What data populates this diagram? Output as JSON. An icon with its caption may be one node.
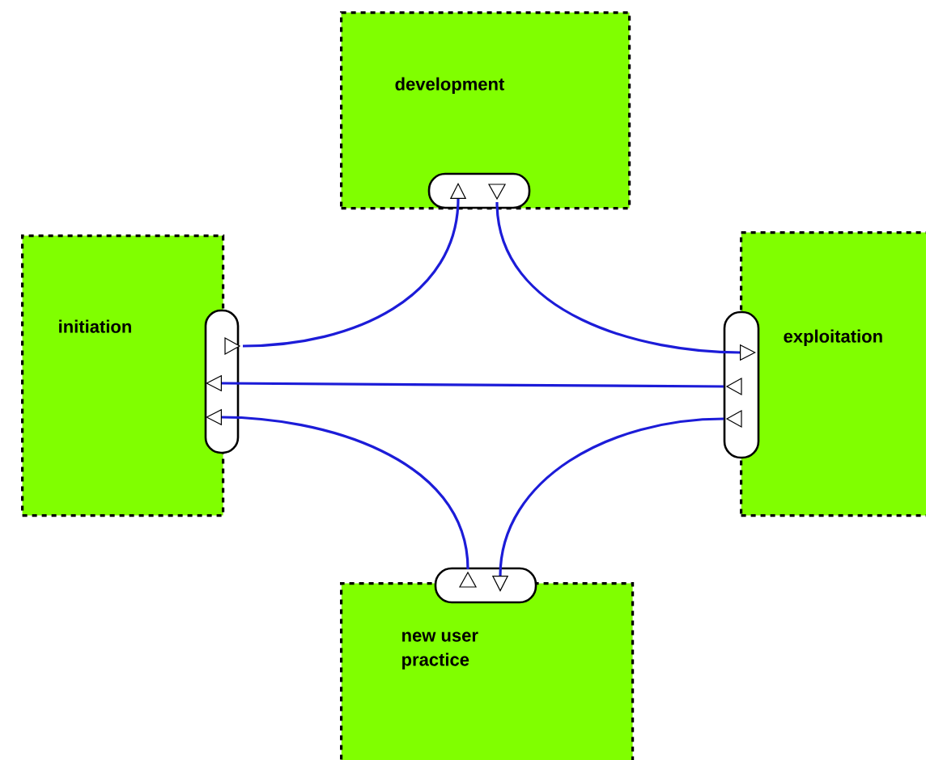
{
  "diagram": {
    "nodes": [
      {
        "text": [
          "development"
        ]
      },
      {
        "text": [
          "initiation"
        ]
      },
      {
        "text": [
          "exploitation"
        ]
      },
      {
        "text": [
          "new user practice"
        ]
      }
    ],
    "edges": [
      {
        "from": 1,
        "to": 0,
        "arrow": "to"
      },
      {
        "from": 0,
        "to": 2,
        "arrow": "to"
      },
      {
        "from": 2,
        "to": 1,
        "arrow": "to"
      },
      {
        "from": 2,
        "to": 3,
        "arrow": "to"
      },
      {
        "from": 3,
        "to": 1,
        "arrow": "to"
      }
    ]
  }
}
